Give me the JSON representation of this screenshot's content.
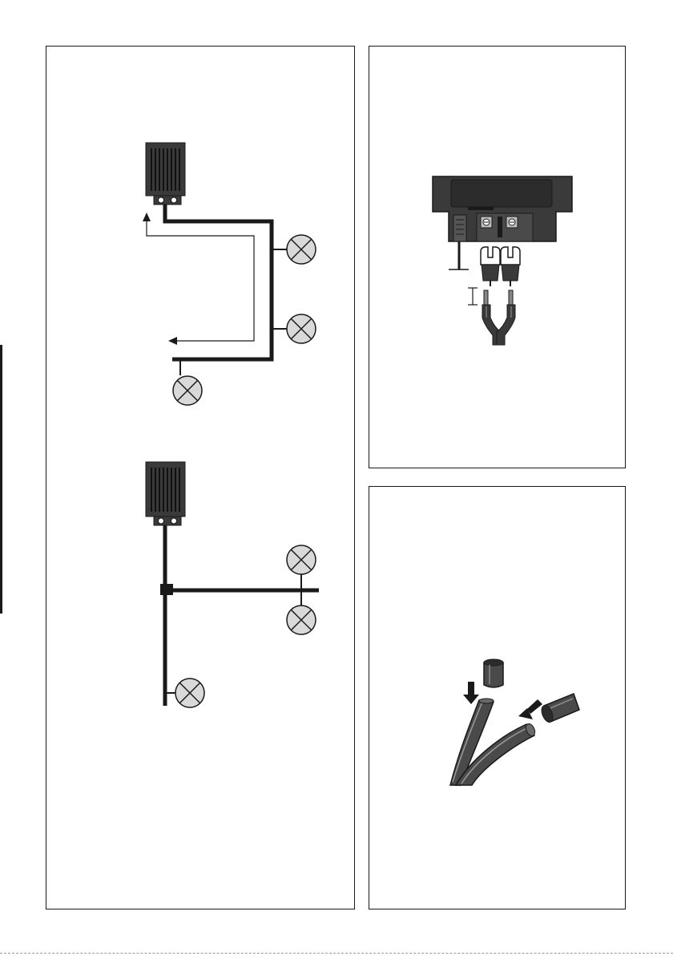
{
  "figure": {
    "panels": [
      {
        "id": "wiring-diagram",
        "subdiagrams": [
          "series-wiring",
          "branch-wiring"
        ]
      },
      {
        "id": "terminal-connection"
      },
      {
        "id": "cable-end-caps"
      }
    ]
  },
  "colors": {
    "line": "#1a1a1a",
    "unit_body": "#3a3a3a",
    "unit_stripe": "#111111",
    "cable": "#4a4a4a",
    "cable_highlight": "#9a9a9a",
    "lamp_fill": "#d9d9d9"
  }
}
